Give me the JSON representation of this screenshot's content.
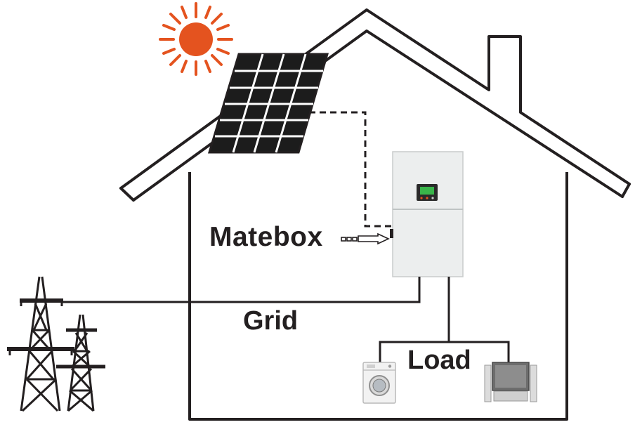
{
  "labels": {
    "matebox": "Matebox",
    "grid": "Grid",
    "load": "Load"
  },
  "colors": {
    "outline": "#231f20",
    "sun": "#e4531f",
    "panel_fill": "#1c1c1c",
    "panel_cell": "#2b2b2b",
    "panel_frame": "#ffffff",
    "inverter_body": "#eceeee",
    "inverter_screen": "#39b54a",
    "pylon": "#231f20"
  },
  "icons": {
    "sun": "sun-icon",
    "solar_panel": "solar-panel-icon",
    "inverter": "inverter-icon",
    "power_pylon": "power-pylon-icon",
    "washing_machine": "washing-machine-icon",
    "television": "television-icon"
  }
}
